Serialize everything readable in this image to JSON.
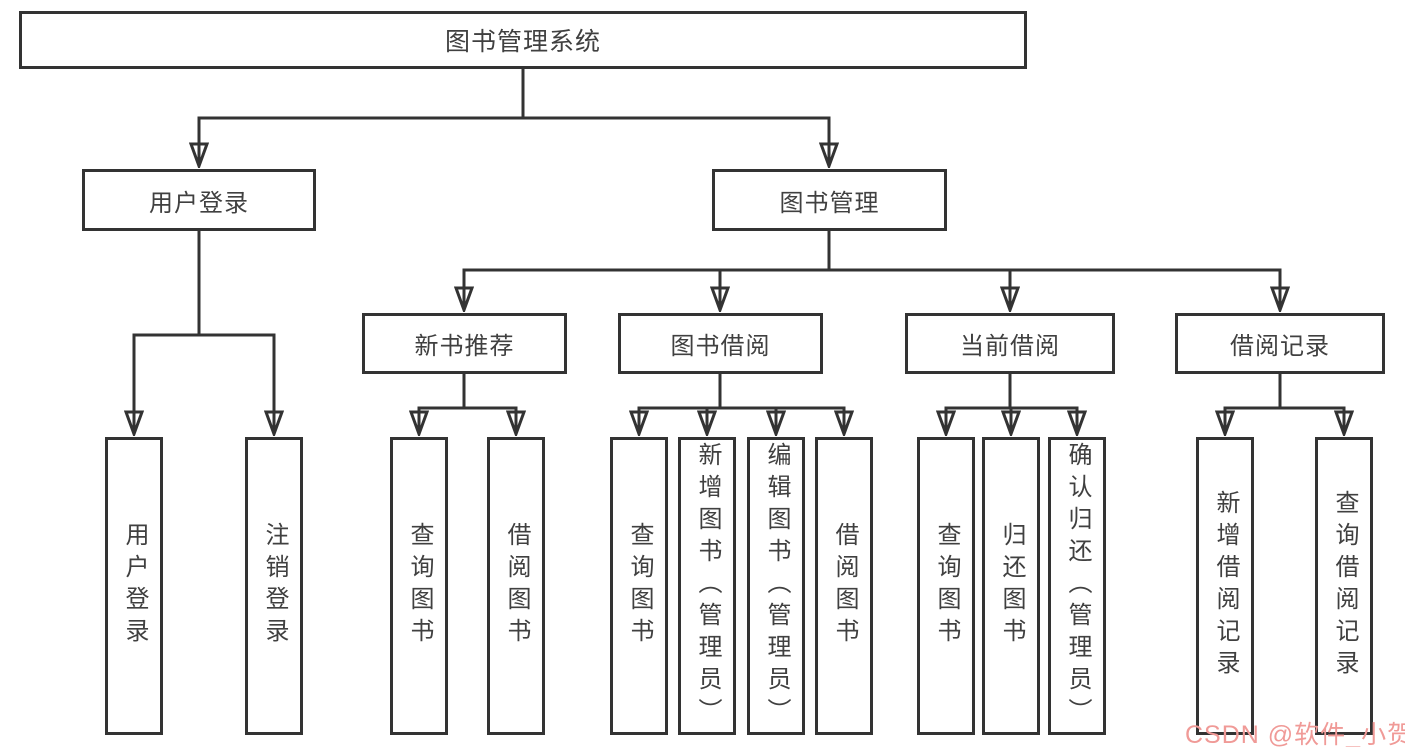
{
  "diagram": {
    "root": "图书管理系统",
    "nodes": {
      "user_login": "用户登录",
      "book_mgmt": "图书管理",
      "new_books": "新书推荐",
      "book_borrow": "图书借阅",
      "current_borrow": "当前借阅",
      "borrow_records": "借阅记录"
    },
    "leaves": {
      "user_login": [
        "用户登录",
        "注销登录"
      ],
      "new_books": [
        "查询图书",
        "借阅图书"
      ],
      "book_borrow": [
        "查询图书",
        "新增图书（管理员）",
        "编辑图书（管理员）",
        "借阅图书"
      ],
      "current_borrow": [
        "查询图书",
        "归还图书",
        "确认归还（管理员）"
      ],
      "borrow_records": [
        "新增借阅记录",
        "查询借阅记录"
      ]
    }
  },
  "watermark": {
    "text": "CSDN @软件_小贺同学",
    "color": "#f09a97"
  },
  "colors": {
    "line": "#333333",
    "box_border": "#333333",
    "text": "#404040",
    "background": "#ffffff"
  }
}
